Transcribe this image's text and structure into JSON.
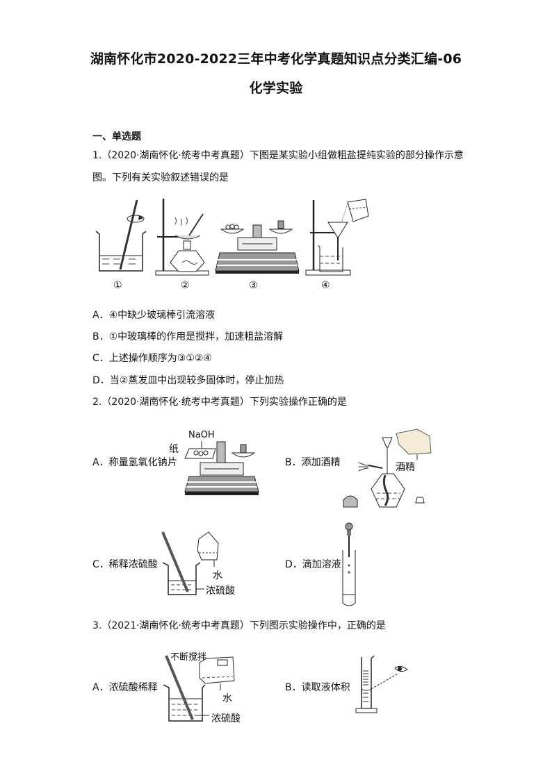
{
  "document": {
    "title_line1": "湖南怀化市2020-2022三年中考化学真题知识点分类汇编-06",
    "title_line2": "化学实验",
    "section": "一、单选题"
  },
  "q1": {
    "stem_line1": "1.（2020·湖南怀化·统考中考真题）下图是某实验小组做粗盐提纯实验的部分操作示意",
    "stem_line2": "图。下列有关实验叙述错误的是",
    "figure_labels": [
      "①",
      "②",
      "③",
      "④"
    ],
    "options": [
      "A．④中缺少玻璃棒引流溶液",
      "B．①中玻璃棒的作用是搅拌，加速粗盐溶解",
      "C．上述操作顺序为③①②④",
      "D．当②蒸发皿中出现较多固体时，停止加热"
    ]
  },
  "q2": {
    "stem": "2.（2020·湖南怀化·统考中考真题）下列实验操作正确的是",
    "option_a": "A．称量氢氧化钠",
    "option_a_fig": {
      "naoh": "NaOH",
      "paper_1": "纸",
      "paper_2": "片"
    },
    "option_b": "B．添加酒精",
    "option_b_fig": {
      "alcohol": "酒精"
    },
    "option_c": "C．稀释浓硫酸",
    "option_c_fig": {
      "water": "水",
      "acid": "浓硫酸"
    },
    "option_d": "D．滴加溶液"
  },
  "q3": {
    "stem": "3.（2021·湖南怀化·统考中考真题）下列图示实验操作中，正确的是",
    "option_a": "A．浓硫酸稀释",
    "option_a_fig": {
      "stir": "不断搅拌",
      "water": "水",
      "acid": "浓硫酸"
    },
    "option_b": "B．读取液体积"
  }
}
